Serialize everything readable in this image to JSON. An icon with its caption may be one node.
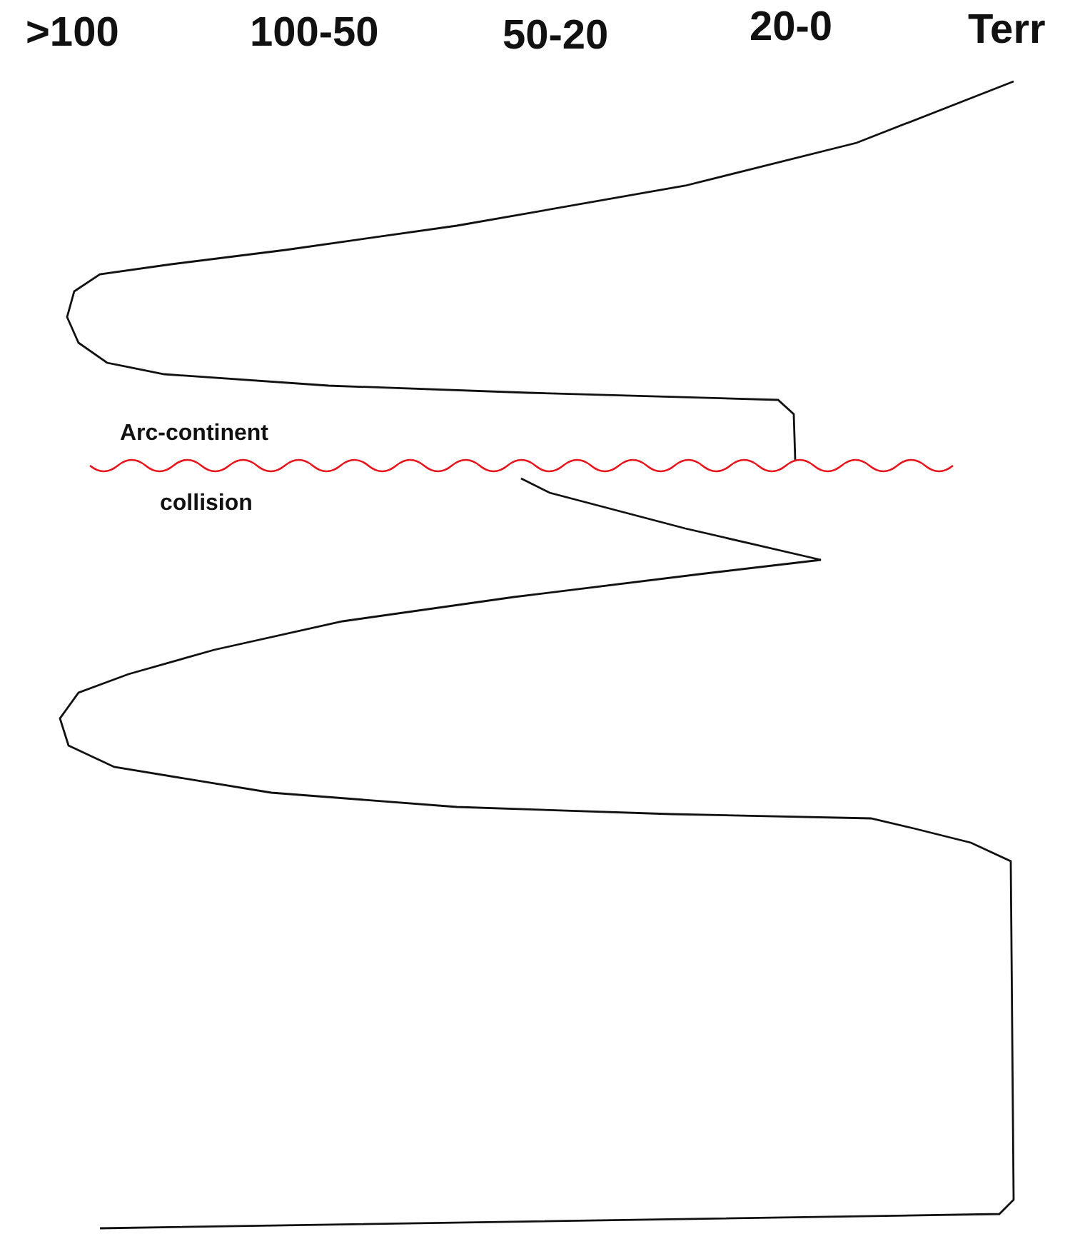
{
  "diagram": {
    "labels": [
      ">100",
      "100-50",
      "50-20",
      "20-0",
      "Terr",
      "Arc-continent",
      "collision"
    ]
  }
}
